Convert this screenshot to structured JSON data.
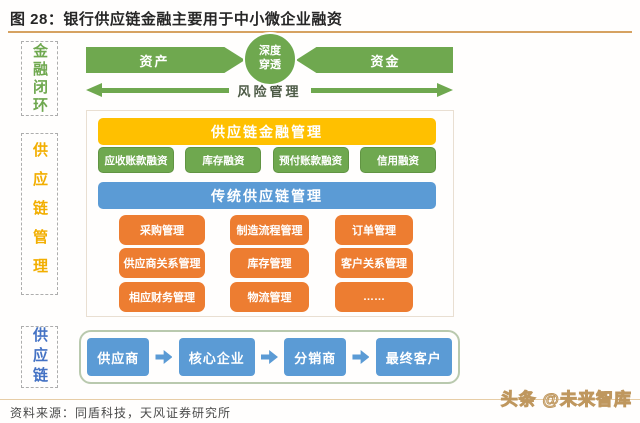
{
  "figure": {
    "title": "图 28：银行供应链金融主要用于中小微企业融资"
  },
  "sidebar": {
    "items": [
      {
        "label": "金融闭环",
        "color": "#6fa84f"
      },
      {
        "label": "供应链管理",
        "color": "#f2ae00"
      },
      {
        "label": "供应链",
        "color": "#4472c4"
      }
    ]
  },
  "flow_top": {
    "asset_label": "资产",
    "center_label": "深度\n穿透",
    "fund_label": "资金",
    "risk_label": "风险管理"
  },
  "scf": {
    "header": "供应链金融管理",
    "items": [
      "应收账款融资",
      "库存融资",
      "预付账款融资",
      "信用融资"
    ]
  },
  "tscm": {
    "header": "传统供应链管理",
    "rows": [
      [
        "采购管理",
        "制造流程管理",
        "订单管理"
      ],
      [
        "供应商关系管理",
        "库存管理",
        "客户关系管理"
      ],
      [
        "相应财务管理",
        "物流管理",
        "……"
      ]
    ]
  },
  "chain": {
    "nodes": [
      "供应商",
      "核心企业",
      "分销商",
      "最终客户"
    ]
  },
  "footer": {
    "source": "资料来源：同盾科技，天风证券研究所",
    "watermark": "头条 @未来智库"
  },
  "colors": {
    "green": "#6fa84f",
    "yellow": "#ffc000",
    "blue_header": "#5b9bd5",
    "orange": "#ed7d31",
    "chain_blue": "#5b9bd5",
    "sidebar_green": "#6fa84f",
    "sidebar_gold": "#f2ae00",
    "sidebar_blue": "#4472c4",
    "rule_tan": "#d6a261"
  }
}
